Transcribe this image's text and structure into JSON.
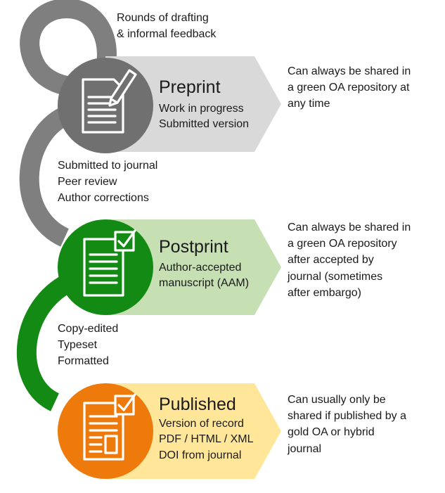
{
  "colors": {
    "preprint_band": "#d9d9d9",
    "preprint_circle": "#707070",
    "loop_gray": "#7f7f7f",
    "postprint_band": "#c6e0b4",
    "postprint_circle": "#138a13",
    "published_band": "#ffe699",
    "published_circle": "#ee7a0b",
    "icon": "#ffffff"
  },
  "icons": {
    "preprint": "document-pencil-icon",
    "postprint": "document-checkmark-icon",
    "published": "document-layout-checkmark-icon"
  },
  "stages": [
    {
      "title": "Preprint",
      "subtitle": [
        "Work in progress",
        "Submitted version"
      ],
      "sharing": [
        "Can always be shared in",
        "a green OA repository at",
        "any time"
      ]
    },
    {
      "title": "Postprint",
      "subtitle": [
        "Author-accepted",
        "manuscript (AAM)"
      ],
      "sharing": [
        "Can always be shared in",
        "a green OA repository",
        "after accepted by",
        "journal (sometimes",
        "after embargo)"
      ]
    },
    {
      "title": "Published",
      "subtitle": [
        "Version of record",
        "PDF / HTML / XML",
        "DOI from journal"
      ],
      "sharing": [
        "Can usually only be",
        "shared if published by a",
        "gold OA or hybrid",
        "journal"
      ]
    }
  ],
  "transitions": {
    "drafting": [
      "Rounds of drafting",
      "& informal feedback"
    ],
    "review": [
      "Submitted to journal",
      "Peer review",
      "Author corrections"
    ],
    "production": [
      "Copy-edited",
      "Typeset",
      "Formatted"
    ]
  }
}
